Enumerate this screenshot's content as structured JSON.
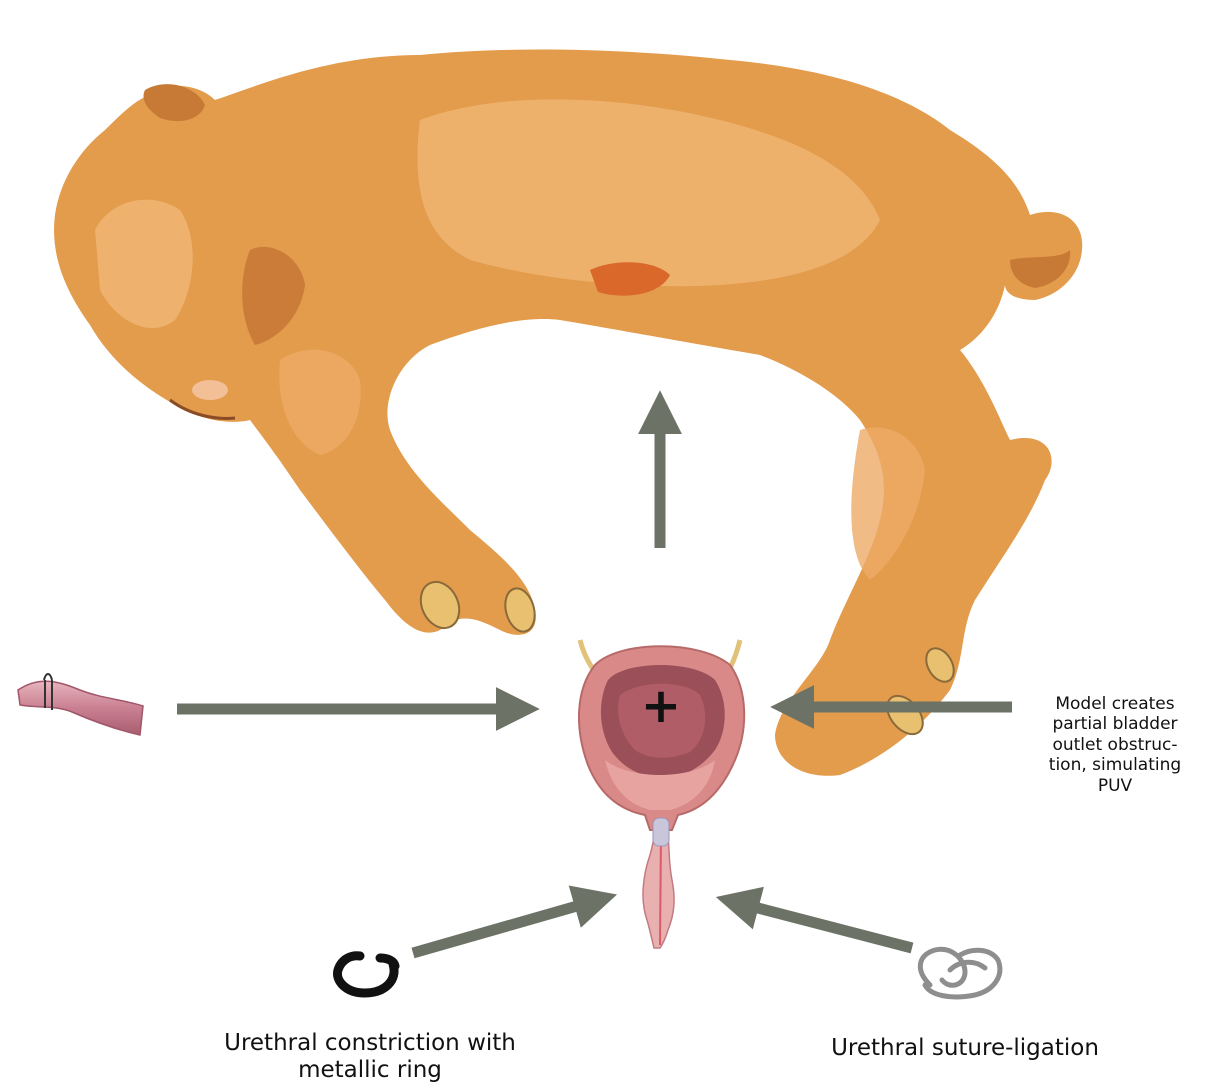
{
  "diagram": {
    "center_symbol": "+",
    "labels": {
      "ring": "Urethral constriction with metallic ring",
      "suture": "Urethral suture-ligation",
      "model": "Model creates partial bladder outlet obstruc-tion, simulating PUV"
    },
    "colors": {
      "arrow": "#6c7366",
      "fetus_body": "#e39b4c",
      "fetus_light": "#f0b877",
      "fetus_dark": "#b9672b",
      "bladder": "#d98a88",
      "bladder_inner": "#9b4f58",
      "ring": "#111111",
      "suture": "#8e8e8e"
    },
    "icons": [
      "fetal-lamb-illustration",
      "urethra-tube-icon",
      "bladder-urethra-illustration",
      "metallic-ring-icon",
      "suture-knot-icon"
    ]
  }
}
